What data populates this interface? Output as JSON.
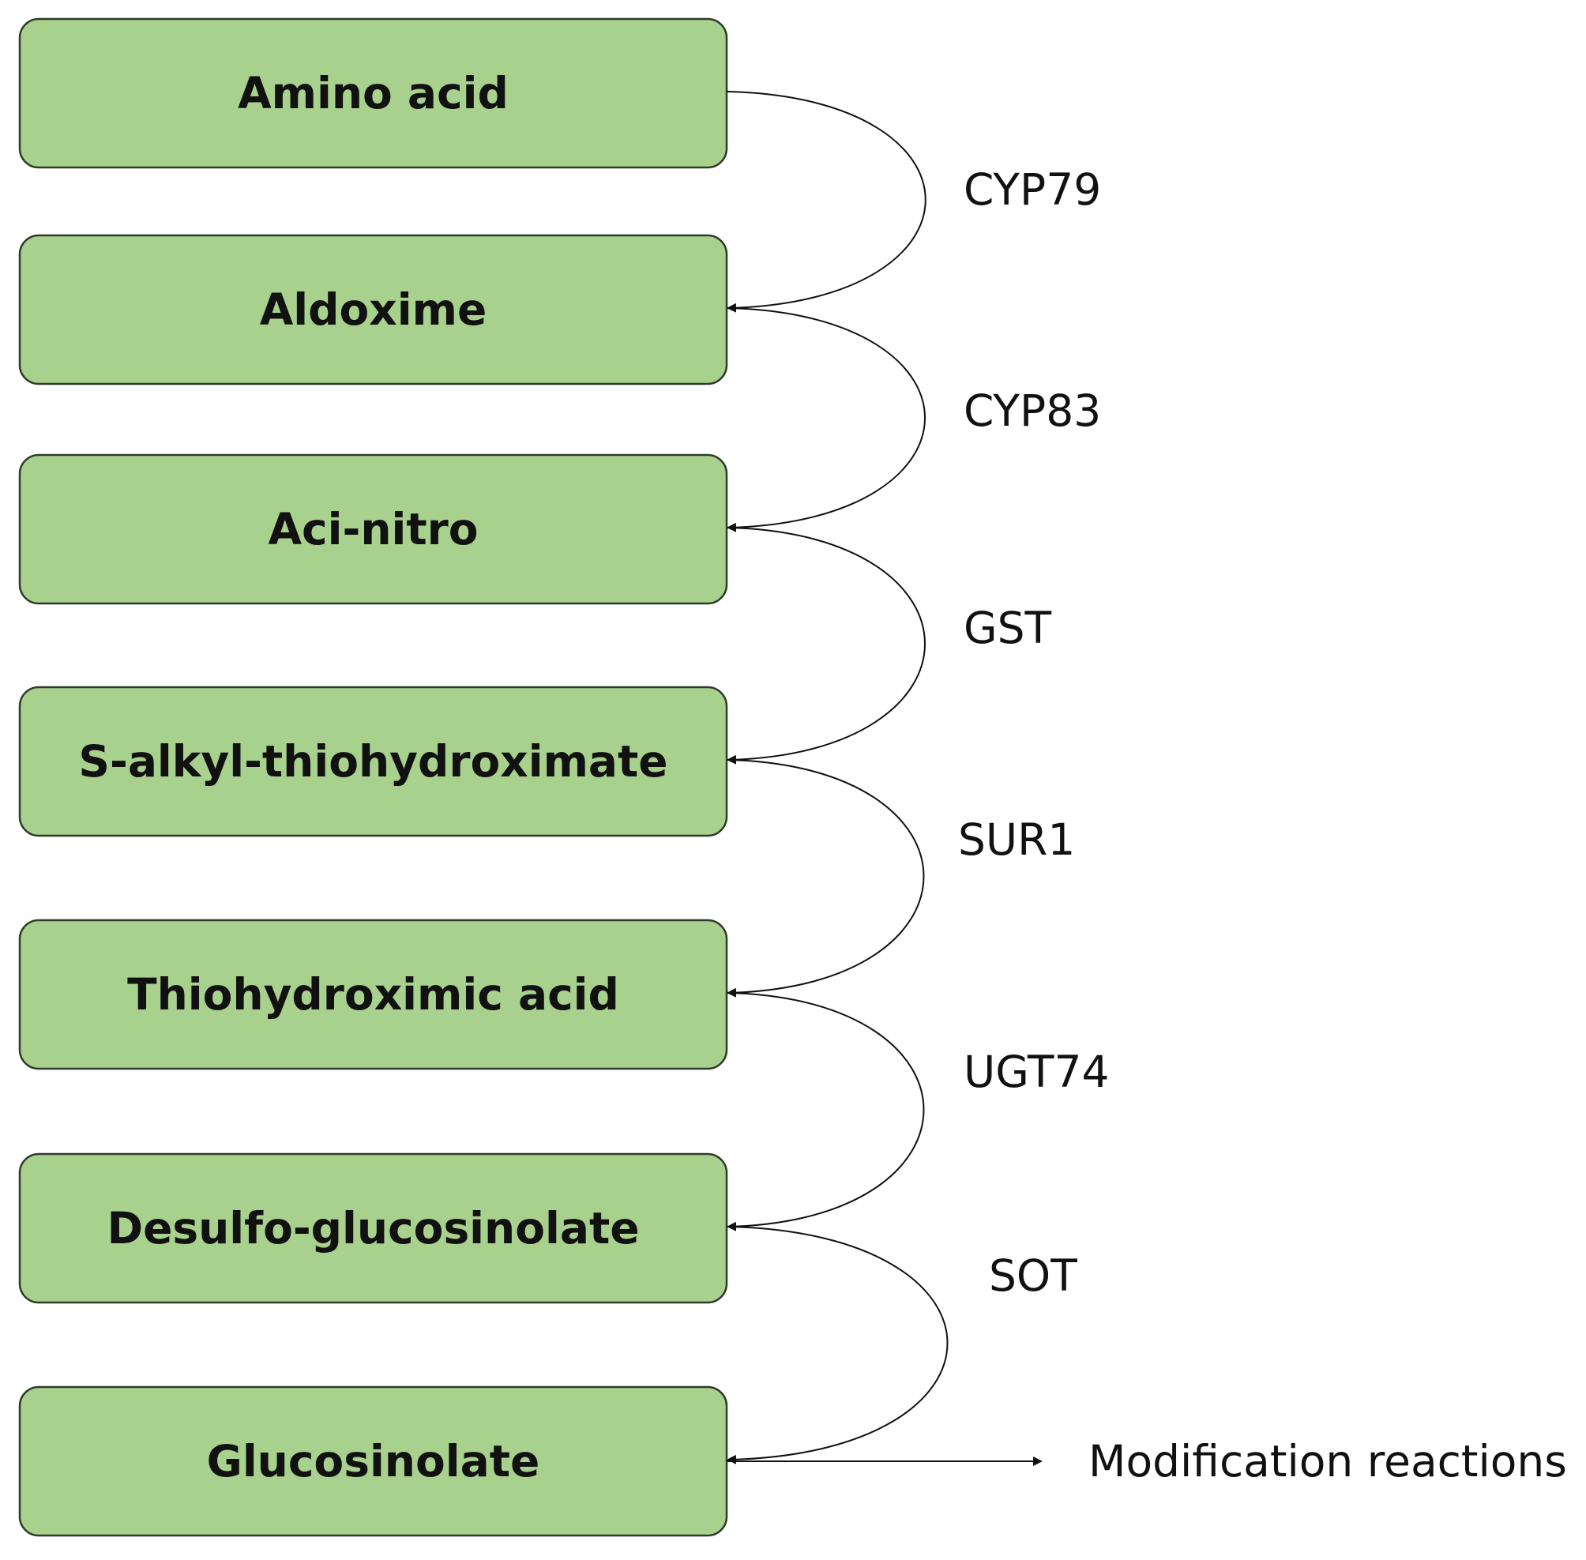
{
  "nodes": [
    {
      "id": "amino-acid",
      "label": "Amino acid"
    },
    {
      "id": "aldoxime",
      "label": "Aldoxime"
    },
    {
      "id": "aci-nitro",
      "label": "Aci-nitro"
    },
    {
      "id": "s-alkyl-thiohydroximate",
      "label": "S-alkyl-thiohydroximate"
    },
    {
      "id": "thiohydroximic-acid",
      "label": "Thiohydroximic acid"
    },
    {
      "id": "desulfo-glucosinolate",
      "label": "Desulfo-glucosinolate"
    },
    {
      "id": "glucosinolate",
      "label": "Glucosinolate"
    }
  ],
  "edges": [
    {
      "from": "amino-acid",
      "to": "aldoxime",
      "label": "CYP79"
    },
    {
      "from": "aldoxime",
      "to": "aci-nitro",
      "label": "CYP83"
    },
    {
      "from": "aci-nitro",
      "to": "s-alkyl-thiohydroximate",
      "label": "GST"
    },
    {
      "from": "s-alkyl-thiohydroximate",
      "to": "thiohydroximic-acid",
      "label": "SUR1"
    },
    {
      "from": "thiohydroximic-acid",
      "to": "desulfo-glucosinolate",
      "label": "UGT74"
    },
    {
      "from": "desulfo-glucosinolate",
      "to": "glucosinolate",
      "label": "SOT"
    }
  ],
  "output": {
    "from": "glucosinolate",
    "label": "Modification reactions"
  },
  "colors": {
    "node_fill": "#a9d18e",
    "node_stroke": "#2f3b2a",
    "text": "#111111"
  }
}
